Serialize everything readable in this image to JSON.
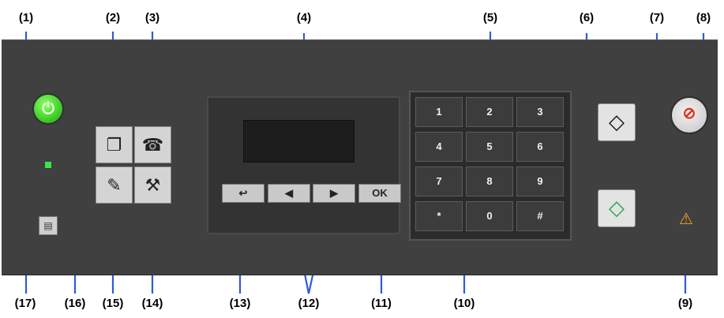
{
  "callouts": {
    "c1": "(1)",
    "c2": "(2)",
    "c3": "(3)",
    "c4": "(4)",
    "c5": "(5)",
    "c6": "(6)",
    "c7": "(7)",
    "c8": "(8)",
    "c9": "(9)",
    "c10": "(10)",
    "c11": "(11)",
    "c12": "(12)",
    "c13": "(13)",
    "c14": "(14)",
    "c15": "(15)",
    "c16": "(16)",
    "c17": "(17)"
  },
  "icons": {
    "power": "⏻",
    "copy": "copy-icon",
    "fax": "fax-icon",
    "scan": "scan-icon",
    "setup": "setup-icon",
    "start": "◇",
    "stop": "⊘",
    "alarm": "⚠",
    "back": "⮌",
    "left": "◀",
    "right": "▶",
    "wireless_setup": "▤"
  },
  "glyphs": {
    "copy": "❐",
    "fax": "☎",
    "scan": "✎",
    "setup": "⚒",
    "back": "↩",
    "left": "◀",
    "right": "▶",
    "start": "◇",
    "stop": "⊘",
    "alarm": "⚠",
    "power": "⏻",
    "wireless_setup": "▤"
  },
  "keypad": {
    "keys": [
      "1",
      "2",
      "3",
      "4",
      "5",
      "6",
      "7",
      "8",
      "9",
      "*",
      "0",
      "#"
    ]
  },
  "nav": {
    "ok_label": "OK"
  },
  "colors": {
    "panel": "#404040",
    "power_lamp": "#3fcf28",
    "start_black": "#111111",
    "start_color": "#1fa84a",
    "stop": "#e0301e",
    "alarm": "#f0a020",
    "wifi_lamp": "#39e54a",
    "leader_line": "#2f5bd8"
  }
}
